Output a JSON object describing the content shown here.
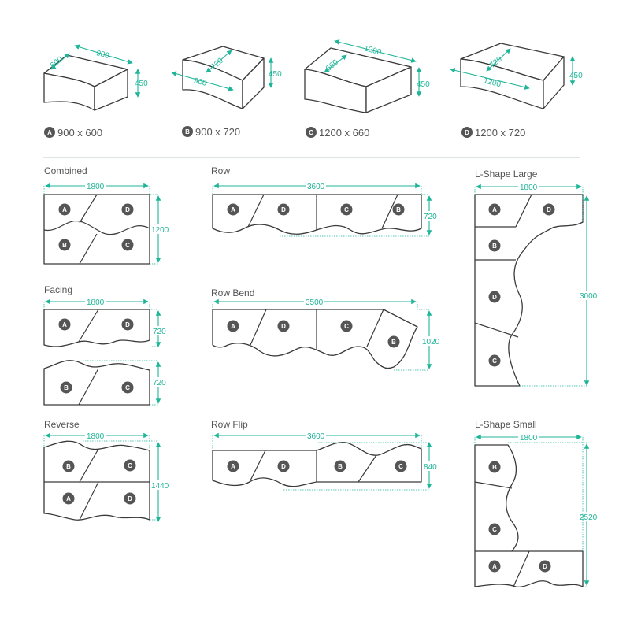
{
  "colors": {
    "accent": "#1fb598",
    "outline": "#3a3a3a",
    "badge": "#555555"
  },
  "modules": [
    {
      "letter": "A",
      "caption": "900 x 600",
      "width": "900",
      "depth": "600",
      "height": "450"
    },
    {
      "letter": "B",
      "caption": "900 x 720",
      "width": "900",
      "depth": "720",
      "height": "450"
    },
    {
      "letter": "C",
      "caption": "1200 x 660",
      "width": "1200",
      "depth": "660",
      "height": "450"
    },
    {
      "letter": "D",
      "caption": "1200 x 720",
      "width": "1200",
      "depth": "720",
      "height": "450"
    }
  ],
  "layouts": {
    "combined": {
      "title": "Combined",
      "width": "1800",
      "depth": "1200"
    },
    "facing": {
      "title": "Facing",
      "width": "1800",
      "depth1": "720",
      "depth2": "720"
    },
    "reverse": {
      "title": "Reverse",
      "width": "1800",
      "depth": "1440"
    },
    "row": {
      "title": "Row",
      "width": "3600",
      "depth": "720"
    },
    "row_bend": {
      "title": "Row Bend",
      "width": "3500",
      "depth": "1020"
    },
    "row_flip": {
      "title": "Row Flip",
      "width": "3600",
      "depth": "840"
    },
    "l_large": {
      "title": "L-Shape Large",
      "width": "1800",
      "depth": "3000"
    },
    "l_small": {
      "title": "L-Shape Small",
      "width": "1800",
      "depth": "2520"
    }
  }
}
